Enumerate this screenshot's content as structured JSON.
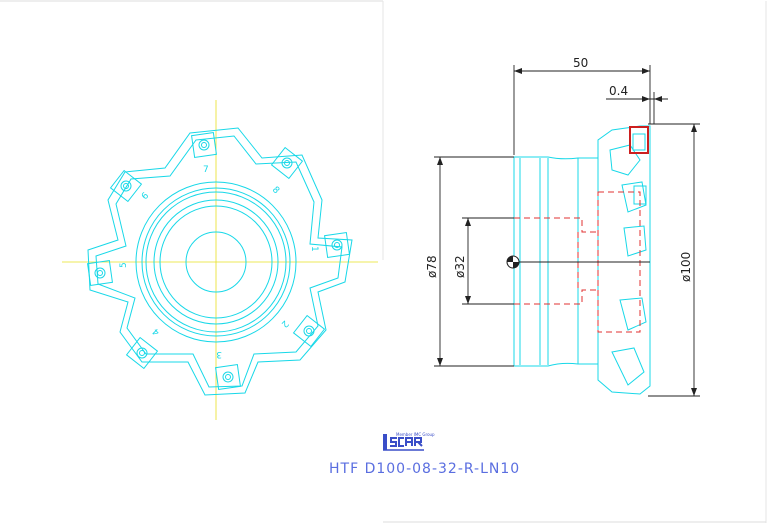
{
  "part_number": "HTF D100-08-32-R-LN10",
  "logo": {
    "name": "iscar",
    "caption": "Member IMC Group"
  },
  "front_view": {
    "insert_numbers": [
      "1",
      "2",
      "3",
      "4",
      "5",
      "6",
      "7",
      "8"
    ]
  },
  "side_view": {
    "dimensions": {
      "length": "50",
      "offset": "0.4",
      "body_diameter": "ø78",
      "bore_diameter": "ø32",
      "cutting_diameter": "ø100"
    }
  },
  "colors": {
    "outline": "#18d8e8",
    "centerline": "#e8e020",
    "hidden": "#e03030",
    "dimension": "#222222",
    "title": "#5a6ee0"
  }
}
